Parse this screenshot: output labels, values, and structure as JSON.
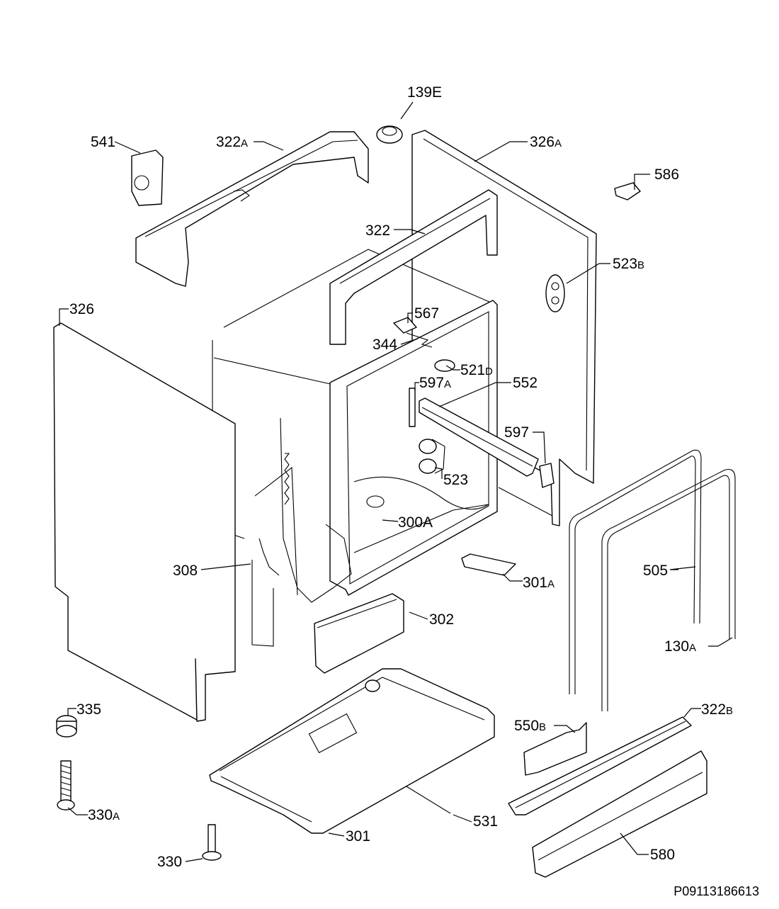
{
  "diagram": {
    "labels": [
      {
        "id": "139E",
        "main": "139E",
        "suffix": ""
      },
      {
        "id": "541",
        "main": "541",
        "suffix": ""
      },
      {
        "id": "322A",
        "main": "322",
        "suffix": "A"
      },
      {
        "id": "326A",
        "main": "326",
        "suffix": "A"
      },
      {
        "id": "586",
        "main": "586",
        "suffix": ""
      },
      {
        "id": "322",
        "main": "322",
        "suffix": ""
      },
      {
        "id": "523B",
        "main": "523",
        "suffix": "B"
      },
      {
        "id": "326",
        "main": "326",
        "suffix": ""
      },
      {
        "id": "567",
        "main": "567",
        "suffix": ""
      },
      {
        "id": "344",
        "main": "344",
        "suffix": ""
      },
      {
        "id": "521D",
        "main": "521",
        "suffix": "D"
      },
      {
        "id": "597A",
        "main": "597",
        "suffix": "A"
      },
      {
        "id": "552",
        "main": "552",
        "suffix": ""
      },
      {
        "id": "597",
        "main": "597",
        "suffix": ""
      },
      {
        "id": "523",
        "main": "523",
        "suffix": ""
      },
      {
        "id": "300A",
        "main": "300A",
        "suffix": ""
      },
      {
        "id": "505",
        "main": "505",
        "suffix": ""
      },
      {
        "id": "308",
        "main": "308",
        "suffix": ""
      },
      {
        "id": "301A",
        "main": "301",
        "suffix": "A"
      },
      {
        "id": "302",
        "main": "302",
        "suffix": ""
      },
      {
        "id": "130A",
        "main": "130",
        "suffix": "A"
      },
      {
        "id": "335",
        "main": "335",
        "suffix": ""
      },
      {
        "id": "322B",
        "main": "322",
        "suffix": "B"
      },
      {
        "id": "550B",
        "main": "550",
        "suffix": "B"
      },
      {
        "id": "330A",
        "main": "330",
        "suffix": "A"
      },
      {
        "id": "531",
        "main": "531",
        "suffix": ""
      },
      {
        "id": "301",
        "main": "301",
        "suffix": ""
      },
      {
        "id": "330",
        "main": "330",
        "suffix": ""
      },
      {
        "id": "580",
        "main": "580",
        "suffix": ""
      }
    ],
    "drawing_number": "P09113186613"
  }
}
